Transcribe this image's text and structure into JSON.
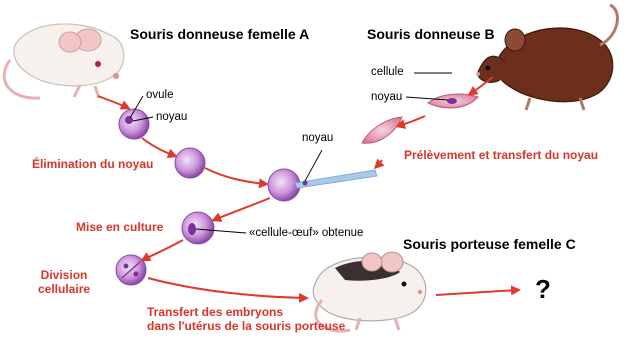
{
  "labels": {
    "donor_a": "Souris donneuse femelle A",
    "donor_b": "Souris donneuse B",
    "cellule": "cellule",
    "noyau_b": "noyau",
    "ovule": "ovule",
    "noyau_ovule": "noyau",
    "elimination": "Élimination du noyau",
    "noyau_pipette": "noyau",
    "prelevement": "Prélèvement et transfert du noyau",
    "mise_culture": "Mise en culture",
    "cellule_oeuf": "«cellule-œuf» obtenue",
    "division": "Division\ncellulaire",
    "porteuse": "Souris porteuse femelle C",
    "transfert": "Transfert des embryons\ndans l'utérus de la souris porteuse",
    "question": "?"
  },
  "colors": {
    "arrow": "#e0392b",
    "label_red": "#d8352a",
    "cell_fill": "#c98fd6",
    "cell_dark": "#7a2f9a",
    "skin_cell": "#e8a0b8",
    "brown_mouse": "#6b2f1c",
    "white_mouse": "#f6f1ec",
    "pipette": "#a8c9ea"
  }
}
